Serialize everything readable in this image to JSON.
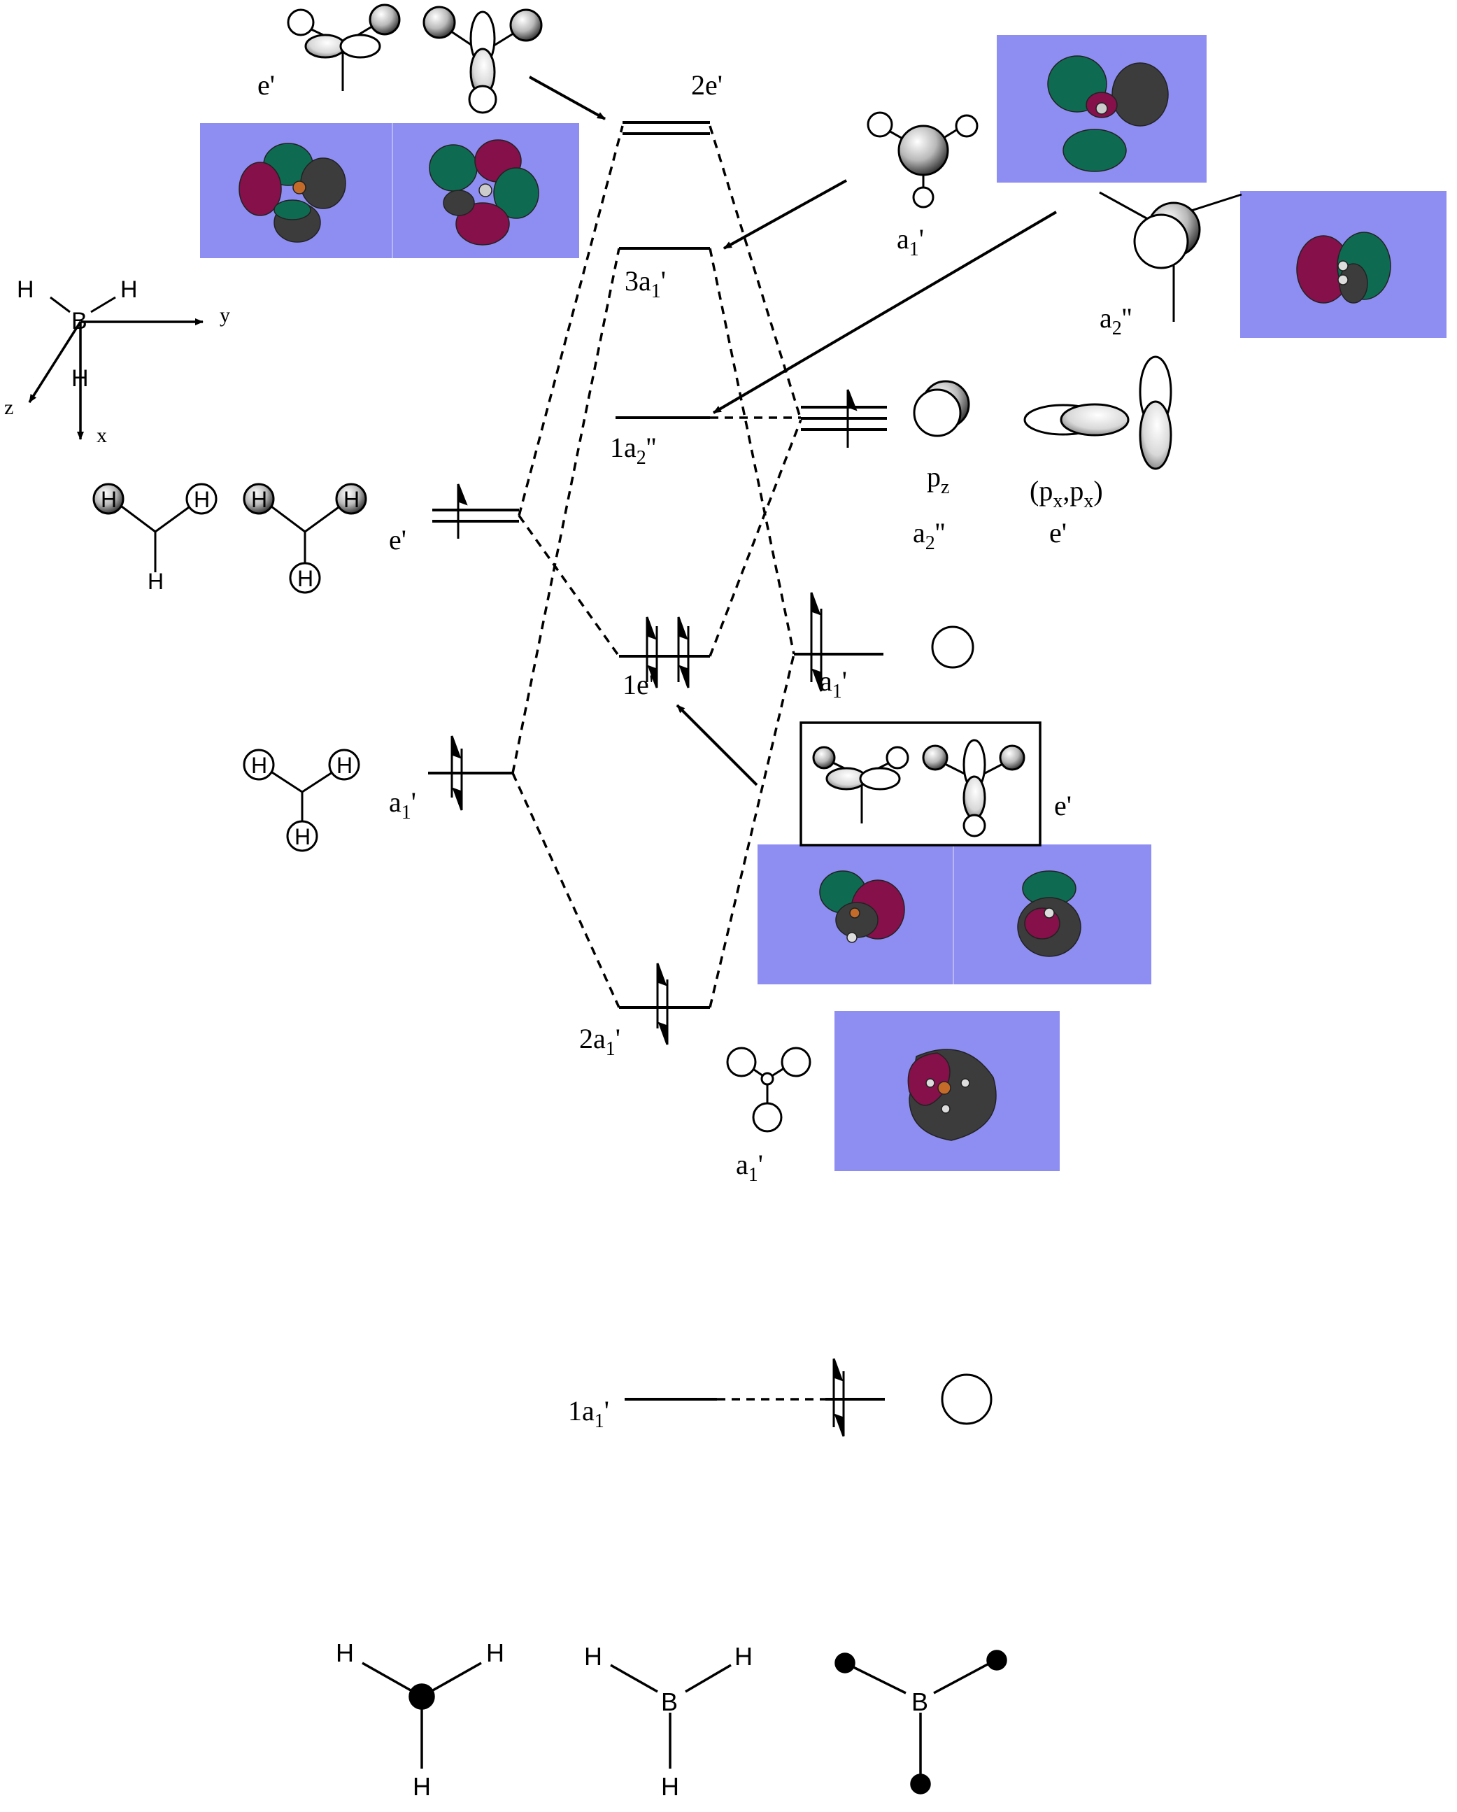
{
  "colors": {
    "panel": "#8e8ef2",
    "lobe_green": "#0e6b52",
    "lobe_magenta": "#86104a",
    "lobe_dark": "#3c3c3c",
    "line": "#000000"
  },
  "mo_levels": {
    "two_e": {
      "label": "2e",
      "prime": "'"
    },
    "three_a1": {
      "label": "3a",
      "sub": "1",
      "prime": "'"
    },
    "one_a2": {
      "label": "1a",
      "sub": "2",
      "prime": "''"
    },
    "one_e": {
      "label": "1e",
      "prime": "'"
    },
    "two_a1": {
      "label": "2a",
      "sub": "1",
      "prime": "'"
    },
    "one_a1": {
      "label": "1a",
      "sub": "1",
      "prime": "'"
    }
  },
  "h3_fragment": {
    "e_label": {
      "label": "e",
      "prime": "'"
    },
    "a1_label": {
      "label": "a",
      "sub": "1",
      "prime": "'"
    },
    "atom": "H"
  },
  "boron_orbitals": {
    "pz": {
      "label": "p",
      "sub": "z"
    },
    "pz_sym": {
      "label": "a",
      "sub": "2",
      "prime": "''"
    },
    "pxpy": {
      "open": "(p",
      "sub1": "x",
      "comma": ",p",
      "sub2": "x",
      "close": ")"
    },
    "pxpy_sym": {
      "label": "e",
      "prime": "'"
    },
    "s_sym": {
      "label": "a",
      "sub": "1",
      "prime": "'"
    }
  },
  "mo_pictures": {
    "top_left_sym": {
      "label": "e",
      "prime": "'"
    },
    "top_right_a1": {
      "label": "a",
      "sub": "1",
      "prime": "'"
    },
    "top_right_a2": {
      "label": "a",
      "sub": "2",
      "prime": "''"
    },
    "mid_right_e": {
      "label": "e",
      "prime": "'"
    },
    "bottom_a1": {
      "label": "a",
      "sub": "1",
      "prime": "'"
    }
  },
  "axes": {
    "atom_B": "B",
    "atom_H": "H",
    "y": "y",
    "z": "z",
    "x": "x"
  },
  "structures": {
    "atom_B": "B",
    "atom_H": "H"
  }
}
